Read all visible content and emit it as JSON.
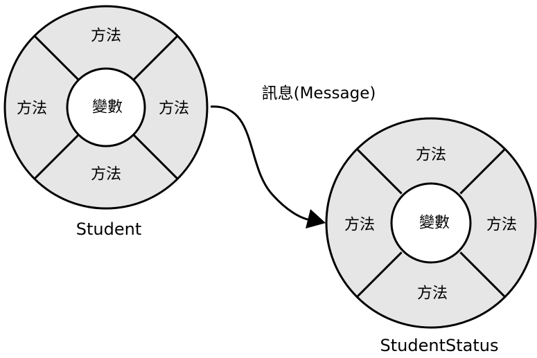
{
  "objects": [
    {
      "name": "Student",
      "core_label": "變數",
      "method_labels": {
        "top": "方法",
        "left": "方法",
        "right": "方法",
        "bottom": "方法"
      }
    },
    {
      "name": "StudentStatus",
      "core_label": "變數",
      "method_labels": {
        "top": "方法",
        "left": "方法",
        "right": "方法",
        "bottom": "方法"
      }
    }
  ],
  "message_label": "訊息(Message)",
  "colors": {
    "ring_fill": "#e6e6e6",
    "core_fill": "#ffffff",
    "stroke": "#000000"
  }
}
